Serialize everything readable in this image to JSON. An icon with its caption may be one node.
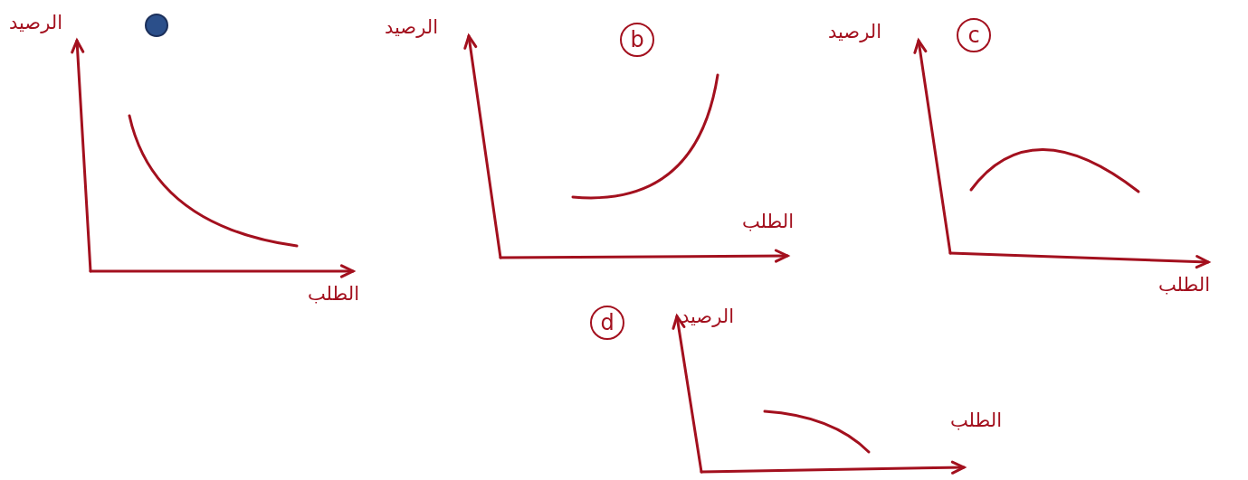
{
  "diagram": {
    "labels": [
      "الرصيد",
      "الرصيد",
      "b",
      "الرصيد",
      "c",
      "الطلب",
      "الطلب",
      "الطلب",
      "d",
      "الرصيد",
      "الطلب"
    ]
  }
}
